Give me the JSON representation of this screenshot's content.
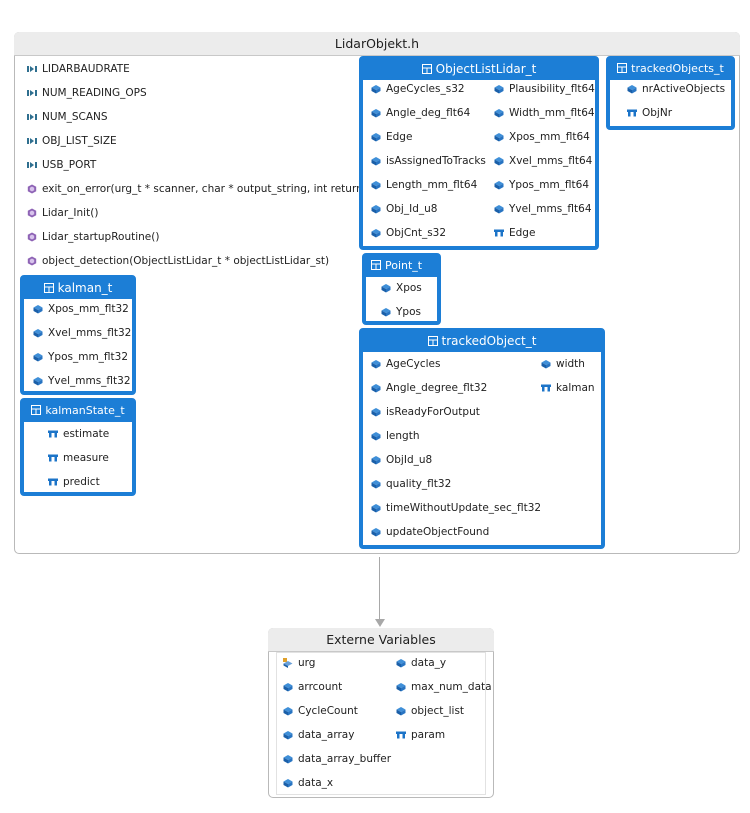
{
  "diagram": {
    "title": "LidarObjekt.h",
    "defines": [
      "LIDARBAUDRATE",
      "NUM_READING_OPS",
      "NUM_SCANS",
      "OBJ_LIST_SIZE",
      "USB_PORT"
    ],
    "functions": [
      "exit_on_error(urg_t * scanner, char * output_string, int return_code)",
      "Lidar_Init()",
      "Lidar_startupRoutine()",
      "object_detection(ObjectListLidar_t * objectListLidar_st)"
    ],
    "structs": {
      "kalman_t": {
        "name": "kalman_t",
        "fields": [
          "Xpos_mm_flt32",
          "Xvel_mms_flt32",
          "Ypos_mm_flt32",
          "Yvel_mms_flt32"
        ]
      },
      "kalmanState_t": {
        "name": "kalmanState_t",
        "fields": [
          "estimate",
          "measure",
          "predict"
        ]
      },
      "ObjectListLidar_t": {
        "name": "ObjectListLidar_t",
        "col1": [
          "AgeCycles_s32",
          "Angle_deg_flt64",
          "Edge",
          "isAssignedToTracks",
          "Length_mm_flt64",
          "Obj_Id_u8",
          "ObjCnt_s32"
        ],
        "col2": [
          "Plausibility_flt64",
          "Width_mm_flt64",
          "Xpos_mm_flt64",
          "Xvel_mms_flt64",
          "Ypos_mm_flt64",
          "Yvel_mms_flt64",
          "Edge"
        ]
      },
      "trackedObjects_t": {
        "name": "trackedObjects_t",
        "fields": [
          "nrActiveObjects",
          "ObjNr"
        ]
      },
      "Point_t": {
        "name": "Point_t",
        "fields": [
          "Xpos",
          "Ypos"
        ]
      },
      "trackedObject_t": {
        "name": "trackedObject_t",
        "col1": [
          "AgeCycles",
          "Angle_degree_flt32",
          "isReadyForOutput",
          "length",
          "ObjId_u8",
          "quality_flt32",
          "timeWithoutUpdate_sec_flt32",
          "updateObjectFound"
        ],
        "col2": [
          "width",
          "kalman"
        ]
      }
    },
    "externals": {
      "title": "Externe Variables",
      "col1": [
        "urg",
        "arrcount",
        "CycleCount",
        "data_array",
        "data_array_buffer",
        "data_x"
      ],
      "col2": [
        "data_y",
        "max_num_data",
        "object_list",
        "param"
      ]
    }
  },
  "colors": {
    "accent": "#1c7ed6",
    "macro": "#2f6f8f",
    "function": "#8e63b5",
    "struct_field": "#1c74c8"
  },
  "icons": {
    "define": "macro-icon",
    "function": "function-icon",
    "field": "field-icon",
    "struct_field": "struct-field-icon",
    "struct_header": "struct-icon",
    "var_special": "urg-variable-icon"
  }
}
